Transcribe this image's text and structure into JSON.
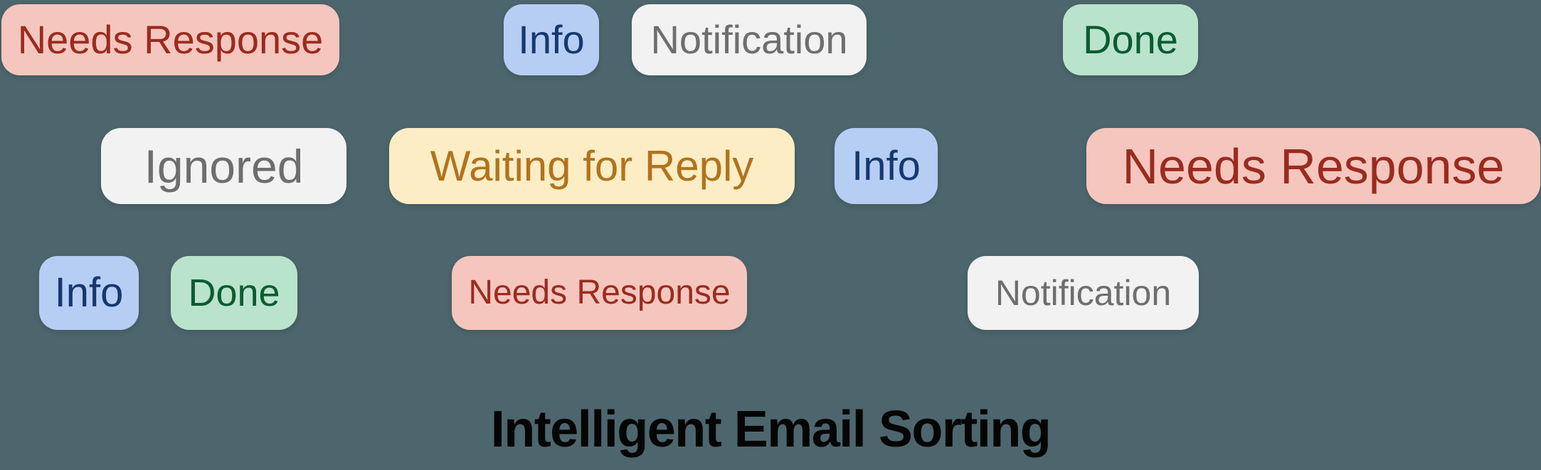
{
  "page": {
    "background_color": "#4d666d"
  },
  "title": {
    "text": "Intelligent Email Sorting",
    "color": "#050505"
  },
  "label_colors": {
    "red": {
      "bg": "#f5c6be",
      "fg": "#9b2b1f"
    },
    "blue": {
      "bg": "#b6cef3",
      "fg": "#16386f"
    },
    "white": {
      "bg": "#f2f2f2",
      "fg": "#6e6e6e"
    },
    "green": {
      "bg": "#bae3cc",
      "fg": "#0b5c31"
    },
    "yellow": {
      "bg": "#fcedc4",
      "fg": "#b1731c"
    }
  },
  "badges": [
    {
      "label": "Needs Response",
      "type": "red"
    },
    {
      "label": "Info",
      "type": "blue"
    },
    {
      "label": "Notification",
      "type": "white"
    },
    {
      "label": "Done",
      "type": "green"
    },
    {
      "label": "Ignored",
      "type": "white"
    },
    {
      "label": "Waiting for Reply",
      "type": "yellow"
    },
    {
      "label": "Info",
      "type": "blue"
    },
    {
      "label": "Needs Response",
      "type": "red"
    },
    {
      "label": "Info",
      "type": "blue"
    },
    {
      "label": "Done",
      "type": "green"
    },
    {
      "label": "Needs Response",
      "type": "red"
    },
    {
      "label": "Notification",
      "type": "white"
    }
  ]
}
